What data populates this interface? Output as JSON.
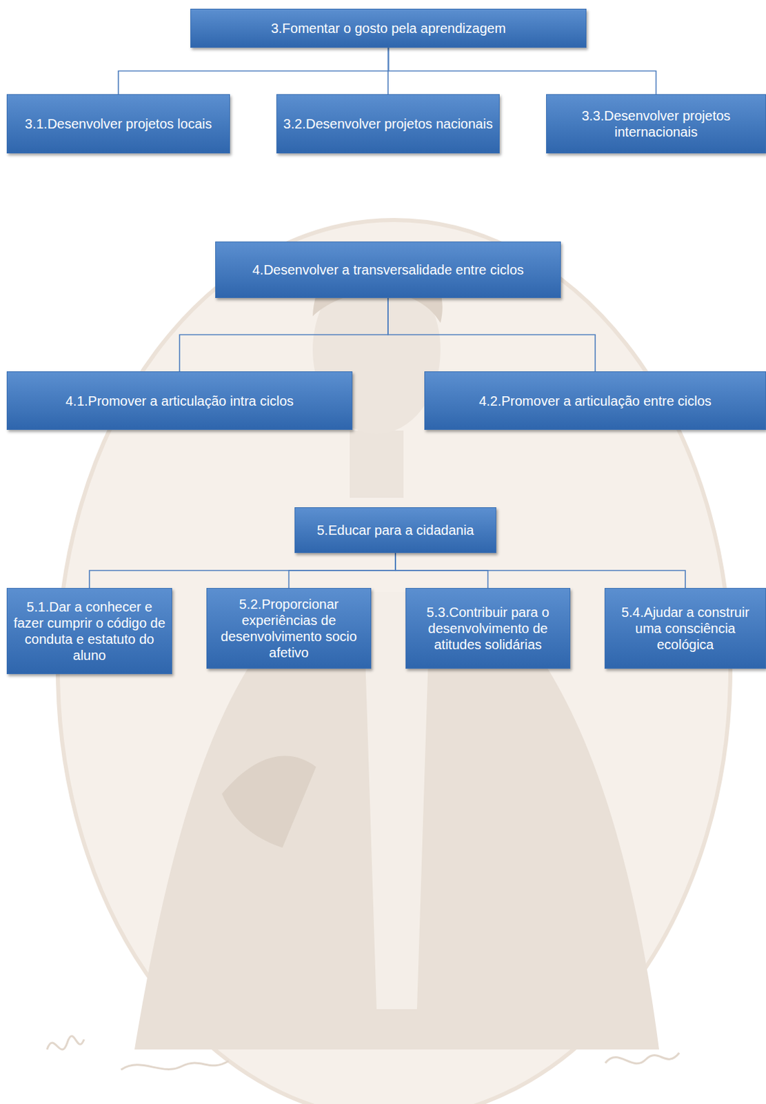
{
  "diagram": {
    "nodes": [
      {
        "text": [
          "3.Fomentar o gosto pela aprendizagem"
        ]
      },
      {
        "text": [
          "3.1.Desenvolver projetos locais"
        ]
      },
      {
        "text": [
          "3.2.Desenvolver projetos nacionais"
        ]
      },
      {
        "text": [
          "3.3.Desenvolver projetos internacionais"
        ]
      },
      {
        "text": [
          "4.Desenvolver a transversalidade entre ciclos"
        ]
      },
      {
        "text": [
          "4.1.Promover a articulação intra ciclos"
        ]
      },
      {
        "text": [
          "4.2.Promover a articulação entre ciclos"
        ]
      },
      {
        "text": [
          "5.Educar para a cidadania"
        ]
      },
      {
        "text": [
          "5.1.Dar a conhecer e fazer cumprir o código de conduta e estatuto do aluno"
        ]
      },
      {
        "text": [
          "5.2.Proporcionar experiências de desenvolvimento socio afetivo"
        ]
      },
      {
        "text": [
          "5.3.Contribuir para o desenvolvimento de atitudes solidárias"
        ]
      },
      {
        "text": [
          "5.4.Ajudar a construir uma consciência ecológica"
        ]
      }
    ],
    "edges": [
      {
        "from": 0,
        "to": 1,
        "arrow": "none"
      },
      {
        "from": 0,
        "to": 2,
        "arrow": "none"
      },
      {
        "from": 0,
        "to": 3,
        "arrow": "none"
      },
      {
        "from": 4,
        "to": 5,
        "arrow": "none"
      },
      {
        "from": 4,
        "to": 6,
        "arrow": "none"
      },
      {
        "from": 7,
        "to": 8,
        "arrow": "none"
      },
      {
        "from": 7,
        "to": 9,
        "arrow": "none"
      },
      {
        "from": 7,
        "to": 10,
        "arrow": "none"
      },
      {
        "from": 7,
        "to": 11,
        "arrow": "none"
      }
    ]
  }
}
